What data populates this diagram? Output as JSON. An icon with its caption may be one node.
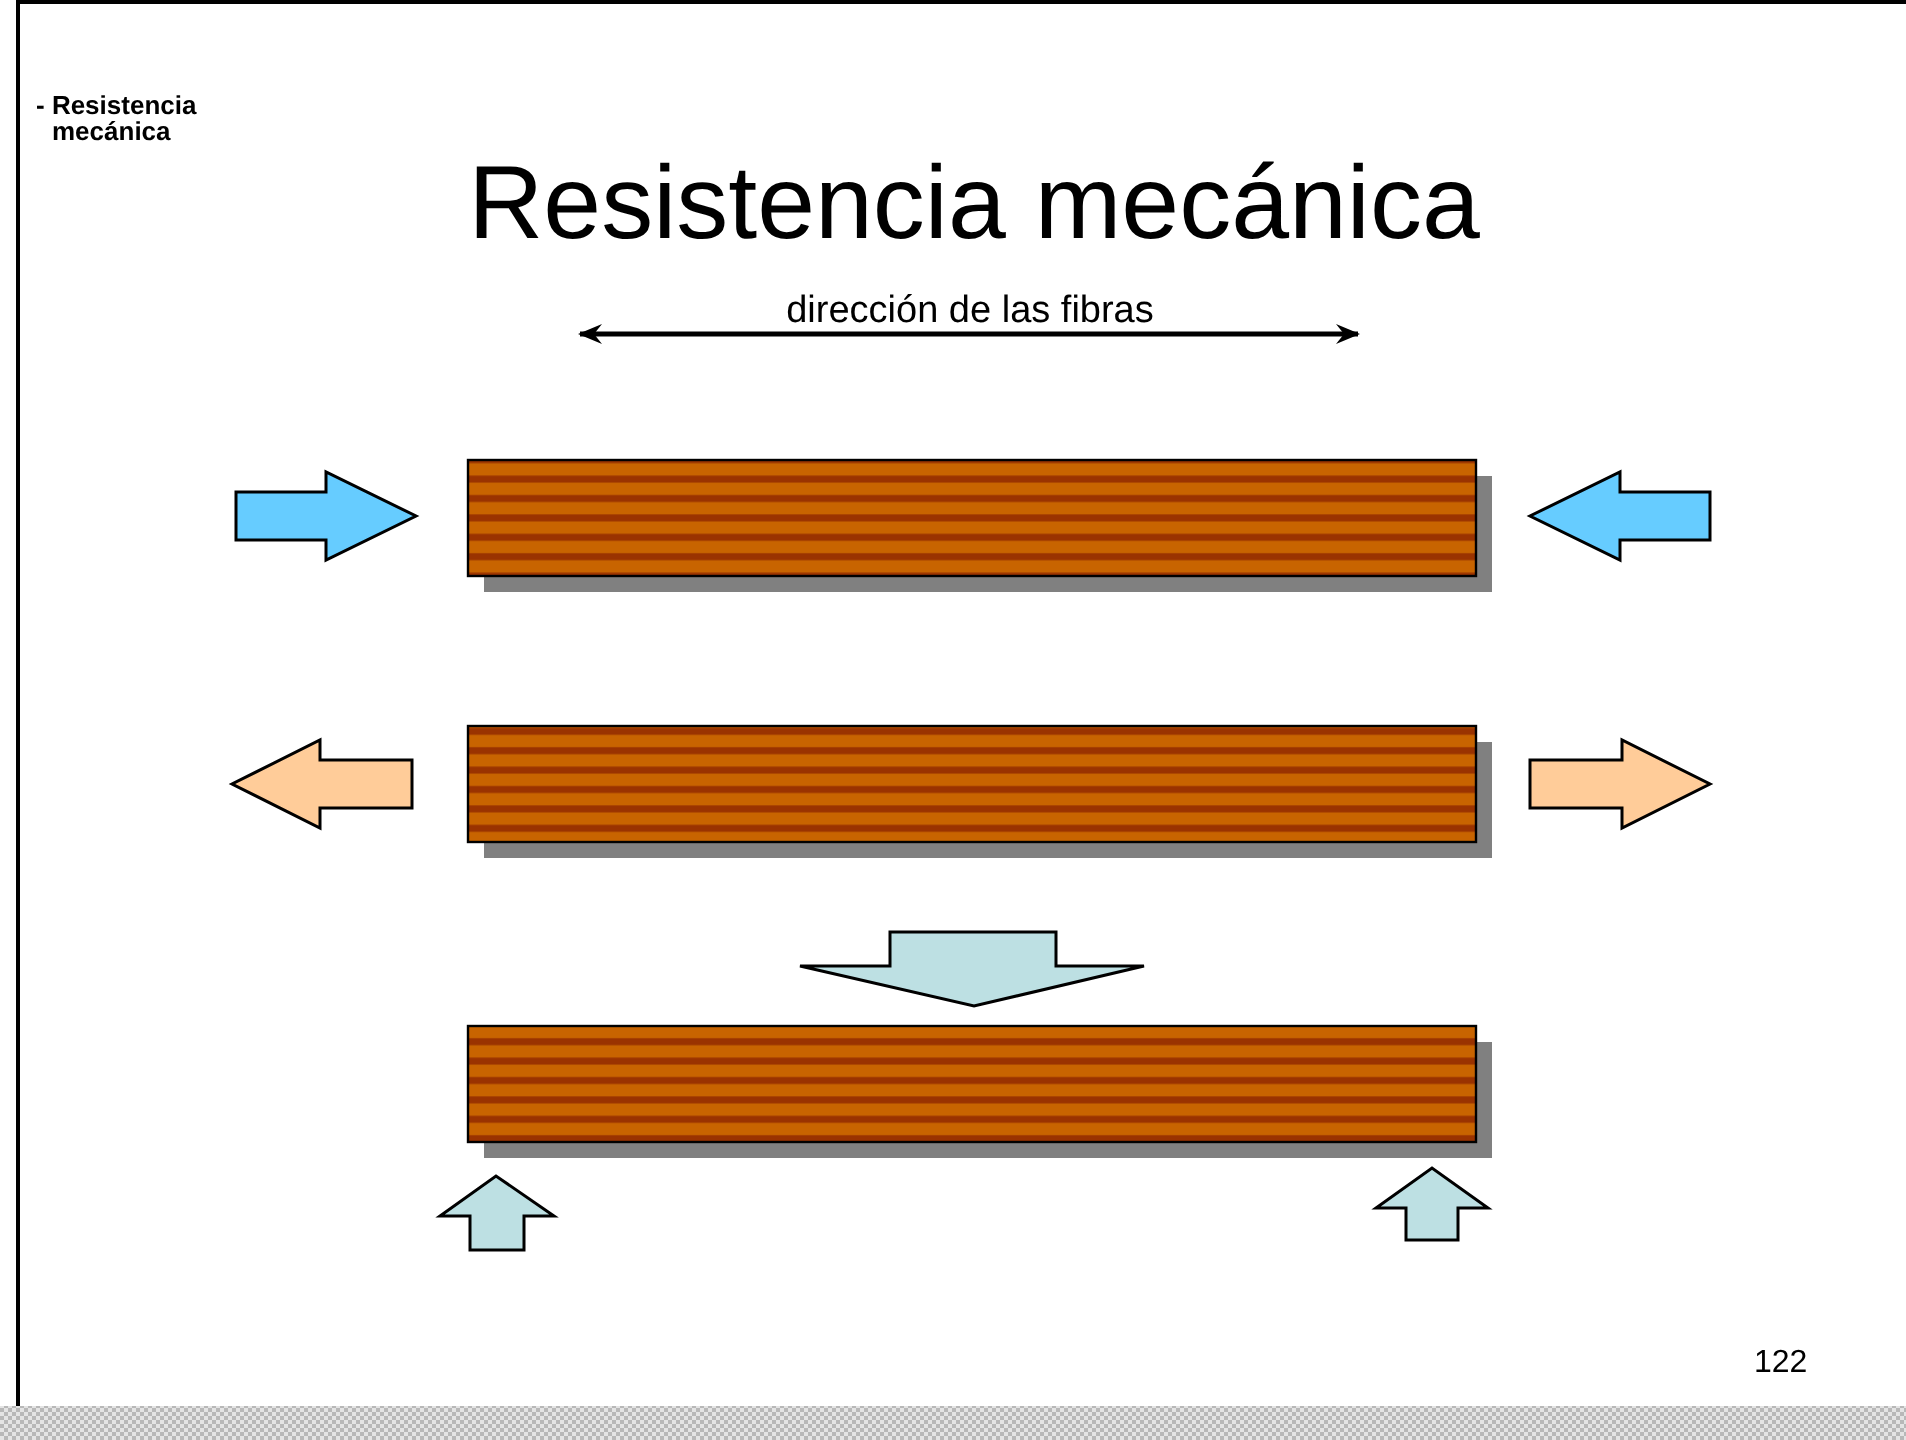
{
  "diagram": {
    "title": "Resistencia mecánica",
    "labels": [
      "- Resistencia mecánica",
      "dirección de las fibras",
      "122"
    ]
  }
}
